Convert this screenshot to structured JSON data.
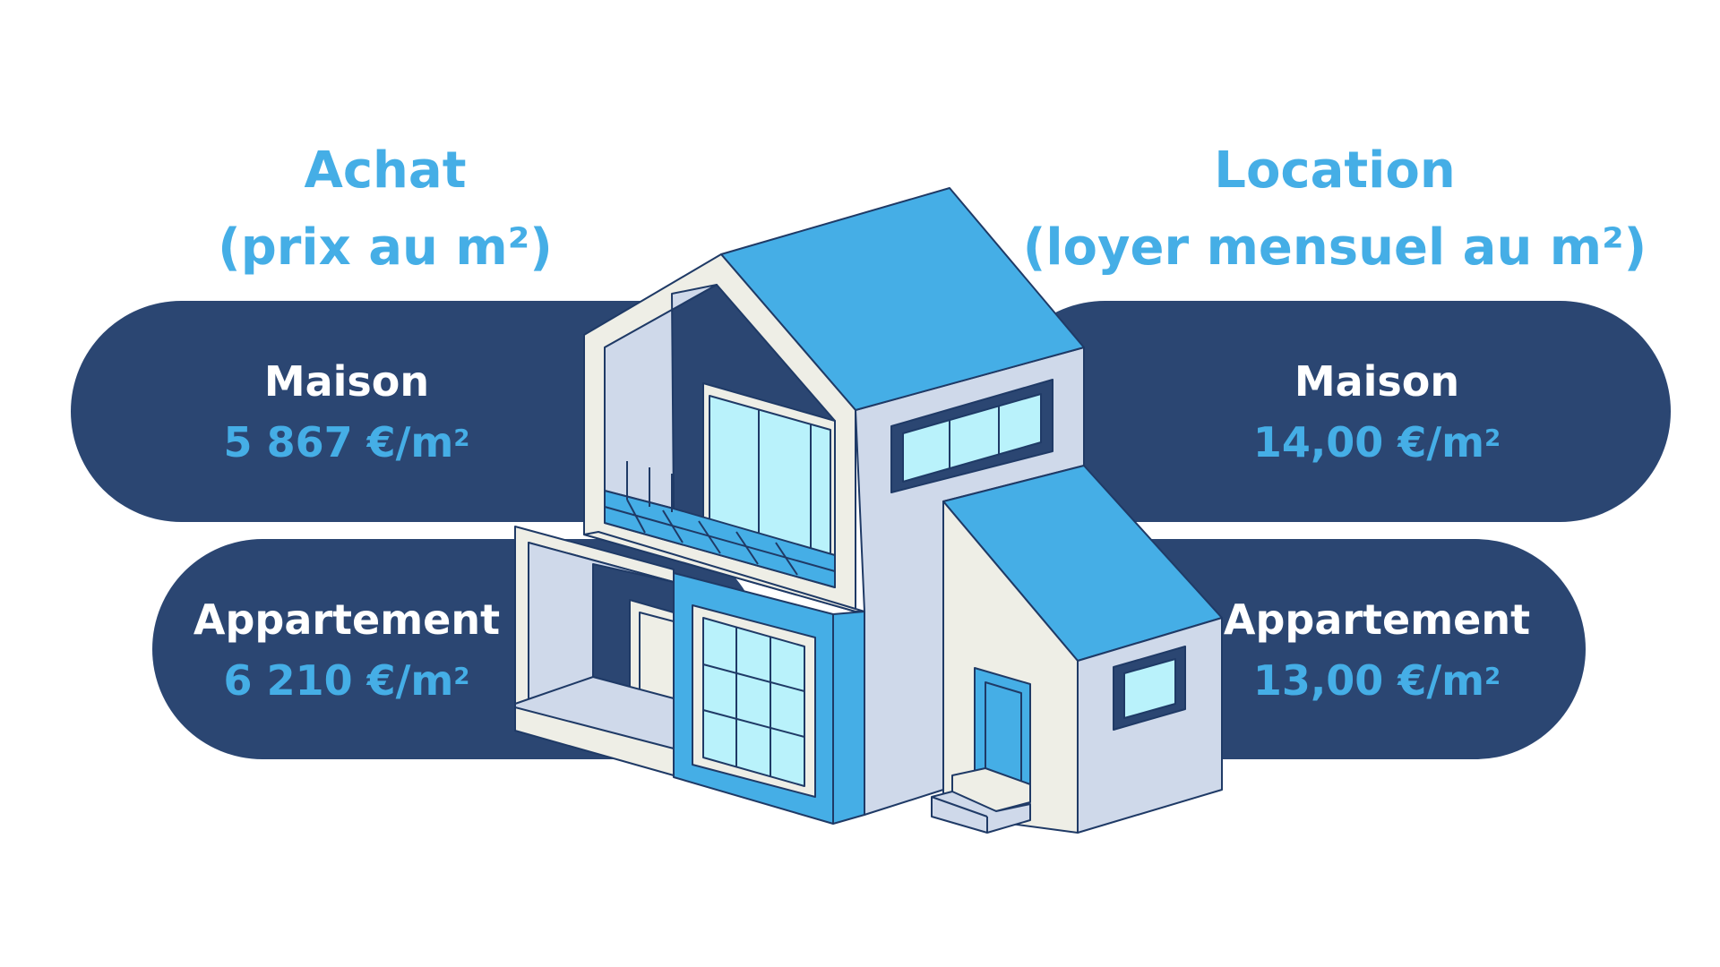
{
  "achat": {
    "title": "Achat",
    "subtitle": "(prix au m²)",
    "maison": {
      "name": "Maison",
      "price": "5 867 €/m",
      "sup": "2"
    },
    "appartement": {
      "name": "Appartement",
      "price": "6 210 €/m",
      "sup": "2"
    }
  },
  "location": {
    "title": "Location",
    "subtitle": "(loyer mensuel au m²)",
    "maison": {
      "name": "Maison",
      "price": "14,00 €/m",
      "sup": "2"
    },
    "appartement": {
      "name": "Appartement",
      "price": "13,00 €/m",
      "sup": "2"
    }
  },
  "colors": {
    "title_blue": "#45aee6",
    "pill_navy": "#2b4672",
    "house_blue": "#45aee6",
    "house_light": "#cfd9ea",
    "house_cream": "#eeeee6",
    "glass": "#b9f2fb",
    "outline": "#1f3a66"
  },
  "icons": {
    "illustration": "house-illustration"
  }
}
